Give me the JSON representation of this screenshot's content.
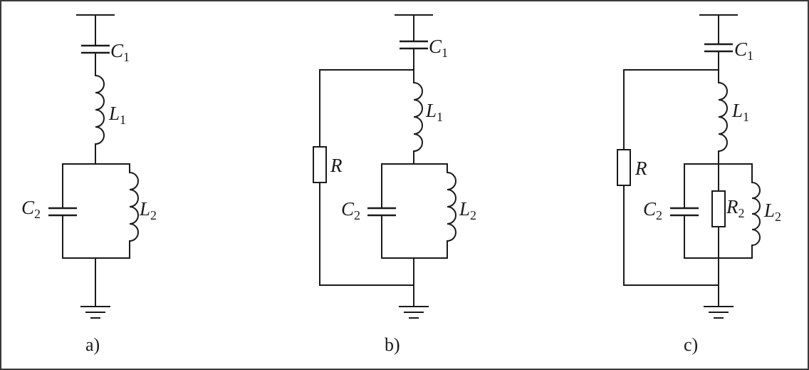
{
  "circuits": [
    {
      "caption": "a)",
      "c1": "C",
      "c1_sub": "1",
      "l1": "L",
      "l1_sub": "1",
      "c2": "C",
      "c2_sub": "2",
      "l2": "L",
      "l2_sub": "2"
    },
    {
      "caption": "b)",
      "c1": "C",
      "c1_sub": "1",
      "l1": "L",
      "l1_sub": "1",
      "r": "R",
      "c2": "C",
      "c2_sub": "2",
      "l2": "L",
      "l2_sub": "2"
    },
    {
      "caption": "c)",
      "c1": "C",
      "c1_sub": "1",
      "l1": "L",
      "l1_sub": "1",
      "r": "R",
      "c2": "C",
      "c2_sub": "2",
      "r2": "R",
      "r2_sub": "2",
      "l2": "L",
      "l2_sub": "2"
    }
  ]
}
